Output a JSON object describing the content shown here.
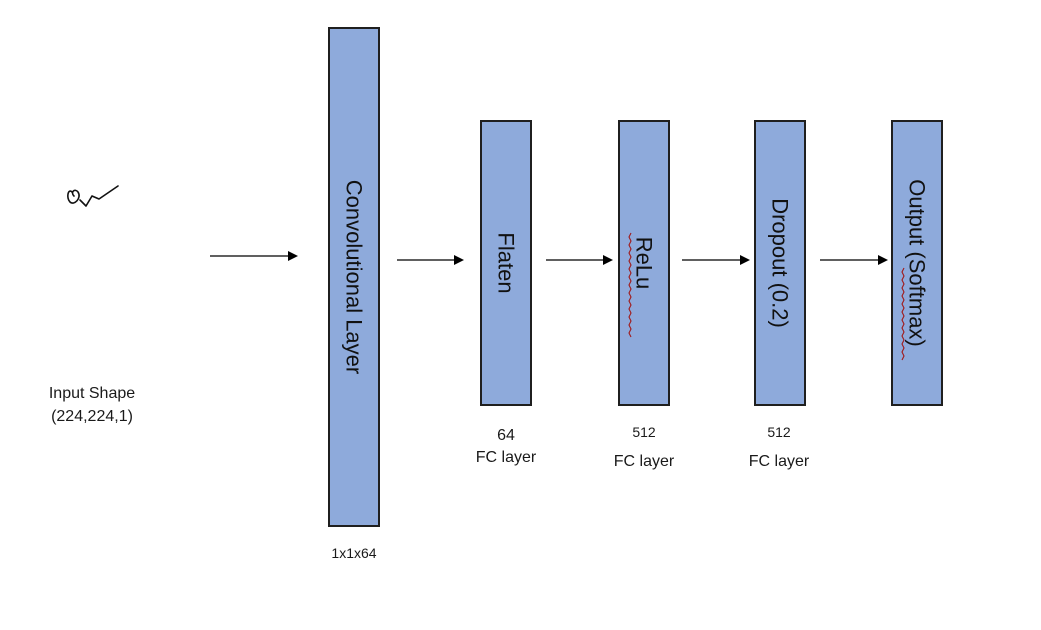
{
  "input": {
    "label_line1": "Input Shape",
    "label_line2": "(224,224,1)"
  },
  "layers": [
    {
      "title": "Convolutional Layer",
      "caption_line1": "1x1x64",
      "caption_line2": ""
    },
    {
      "title": "Flaten",
      "caption_line1": "64",
      "caption_line2": "FC layer"
    },
    {
      "title": "ReLu",
      "caption_line1": "512",
      "caption_line2": "FC layer"
    },
    {
      "title": "Dropout (0.2)",
      "caption_line1": "512",
      "caption_line2": "FC layer"
    },
    {
      "title": "Output (Softmax)",
      "caption_line1": "",
      "caption_line2": ""
    }
  ],
  "colors": {
    "box_fill": "#8eaadb",
    "box_stroke": "#1f1f1f",
    "spellcheck_underline": "#a11a1a"
  },
  "icons": {
    "input_image": "handwritten-scribble-icon"
  }
}
